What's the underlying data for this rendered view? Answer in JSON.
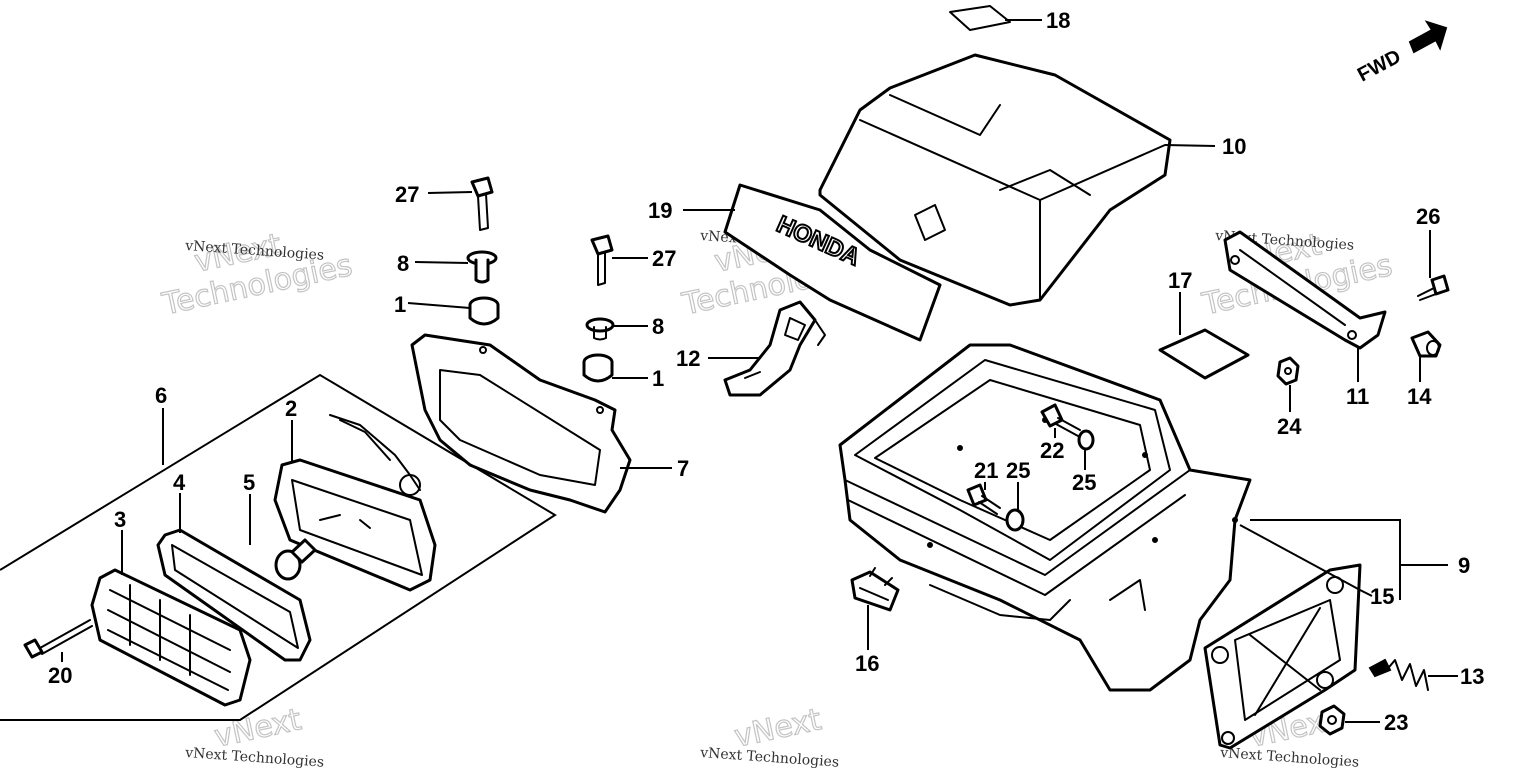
{
  "diagram": {
    "fwd_label": "FWD",
    "logo_text": "HONDA",
    "watermark": {
      "brand": "vNext",
      "word": "Technologies",
      "small_text": "vNext Technologies"
    },
    "callouts": [
      {
        "id": "c18",
        "label": "18"
      },
      {
        "id": "c10",
        "label": "10"
      },
      {
        "id": "c27a",
        "label": "27"
      },
      {
        "id": "c8a",
        "label": "8"
      },
      {
        "id": "c1a",
        "label": "1"
      },
      {
        "id": "c27b",
        "label": "27"
      },
      {
        "id": "c8b",
        "label": "8"
      },
      {
        "id": "c1b",
        "label": "1"
      },
      {
        "id": "c19",
        "label": "19"
      },
      {
        "id": "c12",
        "label": "12"
      },
      {
        "id": "c6",
        "label": "6"
      },
      {
        "id": "c2",
        "label": "2"
      },
      {
        "id": "c4",
        "label": "4"
      },
      {
        "id": "c5",
        "label": "5"
      },
      {
        "id": "c3",
        "label": "3"
      },
      {
        "id": "c7",
        "label": "7"
      },
      {
        "id": "c20",
        "label": "20"
      },
      {
        "id": "c26",
        "label": "26"
      },
      {
        "id": "c17",
        "label": "17"
      },
      {
        "id": "c11",
        "label": "11"
      },
      {
        "id": "c14",
        "label": "14"
      },
      {
        "id": "c24",
        "label": "24"
      },
      {
        "id": "c22",
        "label": "22"
      },
      {
        "id": "c25a",
        "label": "25"
      },
      {
        "id": "c21",
        "label": "21"
      },
      {
        "id": "c25b",
        "label": "25"
      },
      {
        "id": "c9",
        "label": "9"
      },
      {
        "id": "c15",
        "label": "15"
      },
      {
        "id": "c16",
        "label": "16"
      },
      {
        "id": "c13",
        "label": "13"
      },
      {
        "id": "c23",
        "label": "23"
      }
    ]
  }
}
